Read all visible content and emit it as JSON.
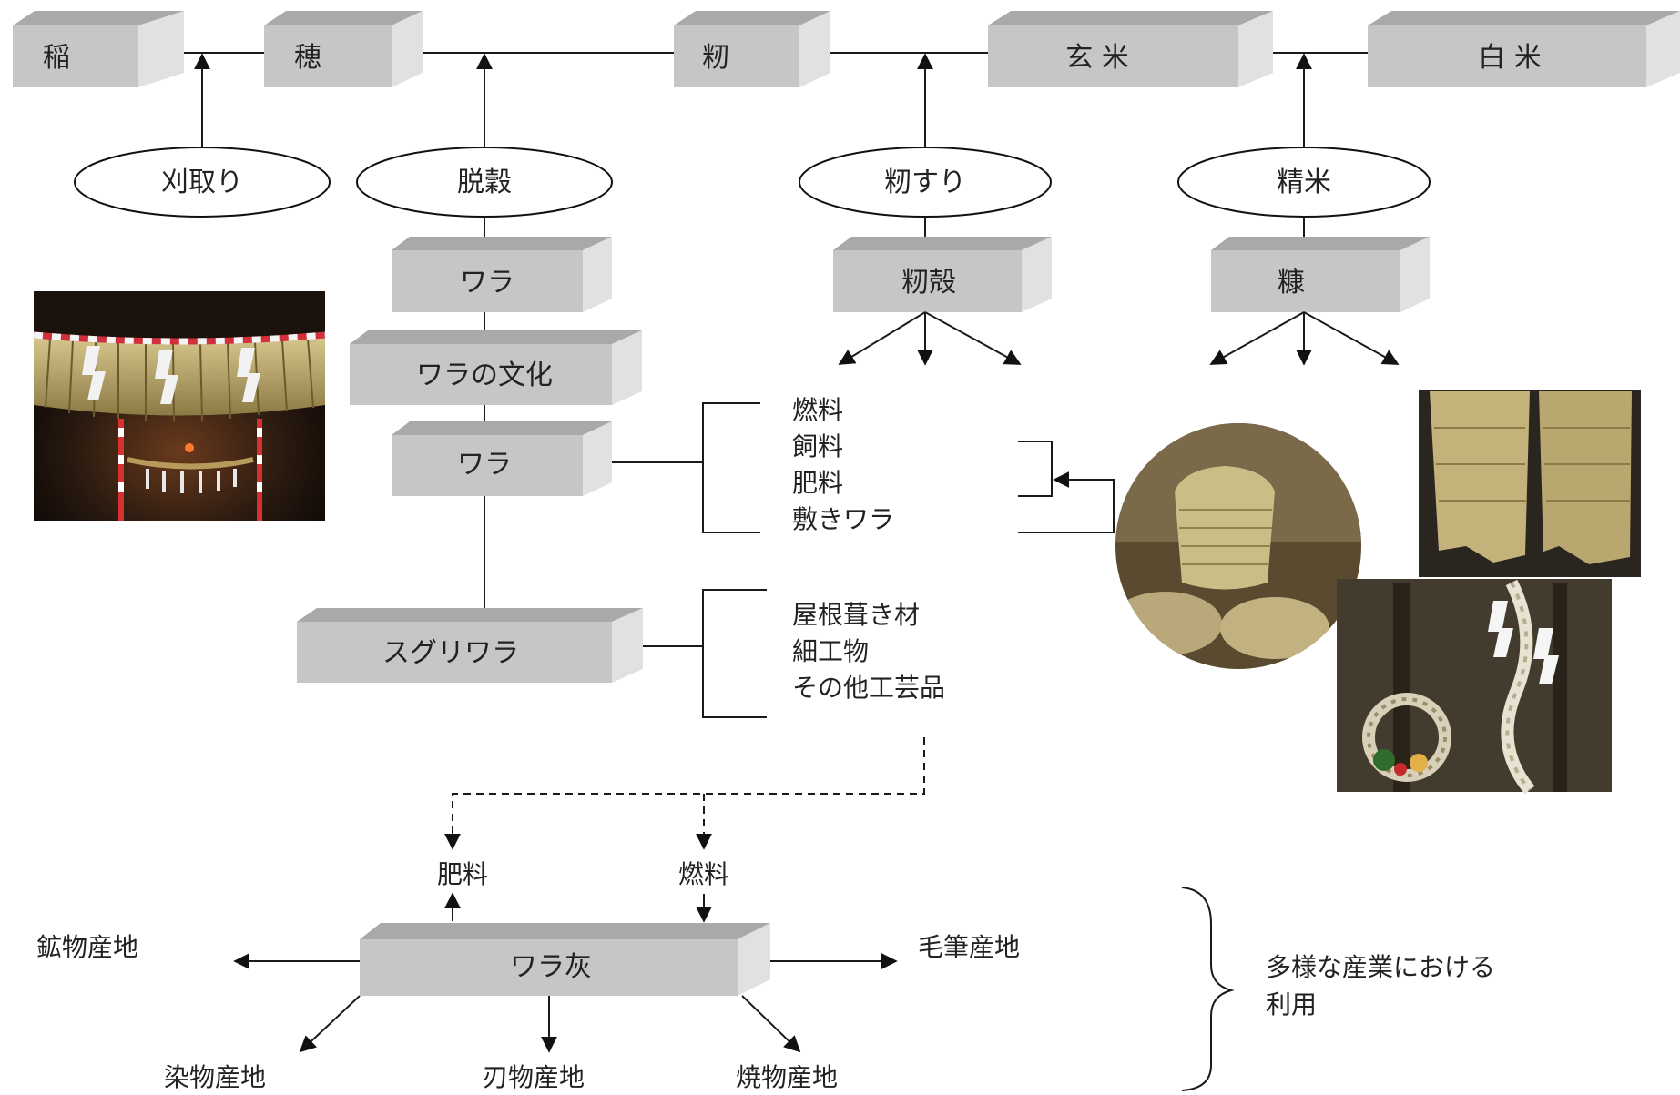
{
  "chain": {
    "ine": "稲",
    "ho": "穂",
    "momi": "籾",
    "genmai": "玄 米",
    "hakumai": "白 米"
  },
  "processes": {
    "karitori": "刈取り",
    "dakkoku": "脱穀",
    "momisuri": "籾すり",
    "seimai": "精米"
  },
  "byproducts": {
    "wara1": "ワラ",
    "wara_culture": "ワラの文化",
    "wara2": "ワラ",
    "suguri_wara": "スグリワラ",
    "momigara": "籾殻",
    "nuka": "糠"
  },
  "wara_uses": [
    "燃料",
    "飼料",
    "肥料",
    "敷きワラ"
  ],
  "suguri_uses": [
    "屋根葺き材",
    "細工物",
    "その他工芸品"
  ],
  "ash": {
    "box": "ワラ灰",
    "fertilizer": "肥料",
    "fuel": "燃料",
    "mineral": "鉱物産地",
    "brush": "毛筆産地",
    "dye": "染物産地",
    "blade": "刃物産地",
    "pottery": "焼物産地"
  },
  "industry_note": [
    "多様な産業における",
    "利用"
  ],
  "photos": {
    "shrine": "shimenawa-shrine-photo",
    "crafts": "straw-crafts-photo"
  }
}
